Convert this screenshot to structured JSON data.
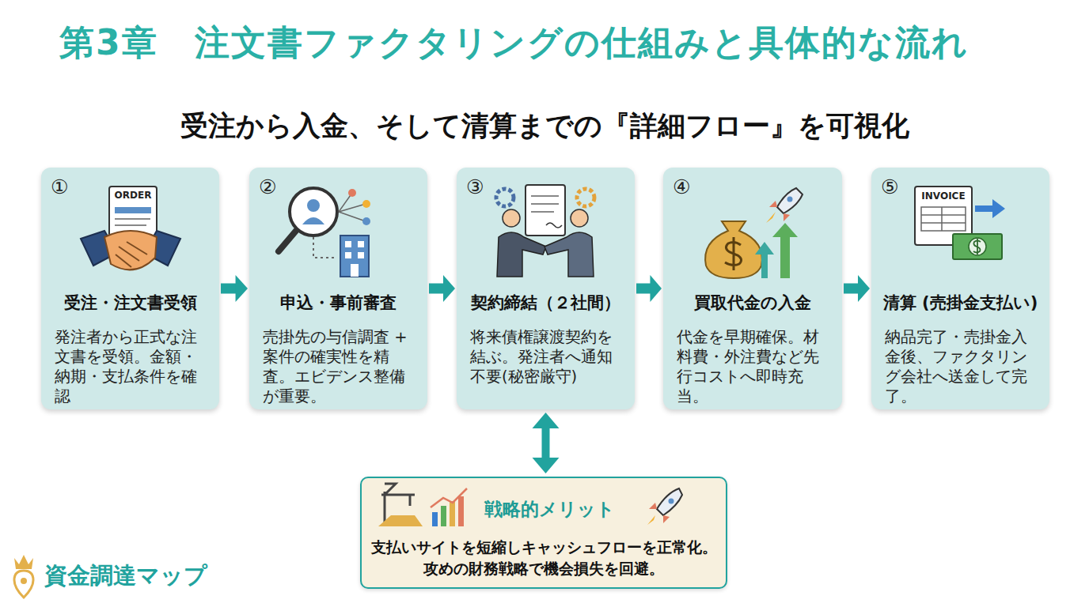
{
  "diagram": {
    "title": "第3章　注文書ファクタリングの仕組みと具体的な流れ",
    "nodes": [
      {
        "text": [
          "①",
          "受注・注文書受領",
          "発注者から正式な注文書を受領。金額・納期・支払条件を確認"
        ]
      },
      {
        "text": [
          "②",
          "申込・事前審査",
          "売掛先の与信調査 + 案件の確実性を精査。エビデンス整備が重要。"
        ]
      },
      {
        "text": [
          "③",
          "契約締結（２社間）",
          "将来債権譲渡契約を結ぶ。発注者へ通知不要(秘密厳守)"
        ]
      },
      {
        "text": [
          "④",
          "買取代金の入金",
          "代金を早期確保。材料費・外注費など先行コストへ即時充当。"
        ]
      },
      {
        "text": [
          "⑤",
          "清算 (売掛金支払い)",
          "納品完了・売掛金入金後、ファクタリング会社へ送金して完了。"
        ]
      },
      {
        "text": [
          "戦略的メリット",
          "支払いサイトを短縮しキャッシュフローを正常化。 攻めの財務戦略で機会損失を回避。"
        ]
      }
    ],
    "edges": [
      {
        "from": 0,
        "to": 1,
        "arrow": "to"
      },
      {
        "from": 1,
        "to": 2,
        "arrow": "to"
      },
      {
        "from": 2,
        "to": 3,
        "arrow": "to"
      },
      {
        "from": 3,
        "to": 4,
        "arrow": "to"
      },
      {
        "from": 2,
        "to": 5,
        "arrow": "both"
      }
    ],
    "labels": [
      "受注から入金、そして清算までの『詳細フロー』を可視化",
      "ORDER",
      "INVOICE",
      "資金調達マップ"
    ]
  }
}
